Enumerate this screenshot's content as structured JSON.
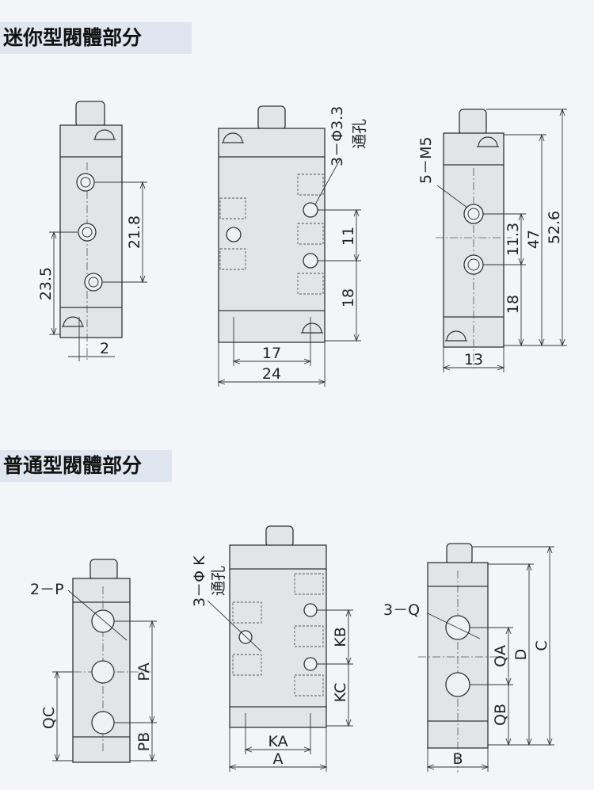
{
  "sections": {
    "mini": {
      "title": "迷你型閥體部分"
    },
    "standard": {
      "title": "普通型閥體部分"
    }
  },
  "mini": {
    "left": {
      "dim_spacing": "21.8",
      "dim_height": "23.5",
      "dim_offset": "2"
    },
    "middle": {
      "hole_spec": "3－Φ3.3",
      "hole_type": "通孔",
      "dim_upper": "11",
      "dim_lower": "18",
      "dim_inner_width": "17",
      "dim_width": "24"
    },
    "right": {
      "port_spec": "5－M5",
      "dim_port": "11.3",
      "dim_body": "47",
      "dim_total": "52.6",
      "dim_lower": "18",
      "dim_width": "13"
    }
  },
  "standard": {
    "left": {
      "port_spec": "2－P",
      "dim_pa": "PA",
      "dim_qc": "QC",
      "dim_pb": "PB"
    },
    "middle": {
      "hole_spec": "3－Φ K",
      "hole_type": "通孔",
      "dim_kb": "KB",
      "dim_kc": "KC",
      "dim_ka": "KA",
      "dim_a": "A"
    },
    "right": {
      "port_spec": "3－Q",
      "dim_qa": "QA",
      "dim_d": "D",
      "dim_c": "C",
      "dim_qb": "QB",
      "dim_b": "B"
    }
  },
  "colors": {
    "background": "#f3f5f8",
    "label_bg": "#dfe6ef",
    "body": "#e2e4e8",
    "line": "#333333"
  }
}
